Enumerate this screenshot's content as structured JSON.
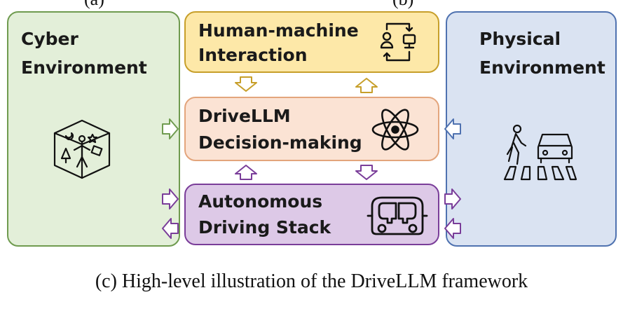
{
  "top_partial_captions": {
    "left": "(a)",
    "right": "(b)"
  },
  "boxes": {
    "cyber": {
      "line1": "Cyber",
      "line2": "Environment",
      "fill": "#e3efd9",
      "border": "#6f9b4f"
    },
    "physical": {
      "line1": "Physical",
      "line2": "Environment",
      "fill": "#dae3f2",
      "border": "#4f72b0"
    },
    "hmi": {
      "line1": "Human-machine",
      "line2": "Interaction",
      "fill": "#fde8a8",
      "border": "#c79f2a"
    },
    "drivellm": {
      "line1": "DriveLLM",
      "line2": "Decision-making",
      "fill": "#fbe3d4",
      "border": "#e3a57c"
    },
    "ads": {
      "line1": "Autonomous",
      "line2": "Driving Stack",
      "fill": "#ddc9e7",
      "border": "#7a3d99"
    }
  },
  "icons": [
    "virtual-world-cube-icon",
    "pedestrian-car-crosswalk-icon",
    "interaction-loop-icon",
    "atom-icon",
    "autonomous-shuttle-icon"
  ],
  "caption": "(c) High-level illustration of the DriveLLM framework"
}
